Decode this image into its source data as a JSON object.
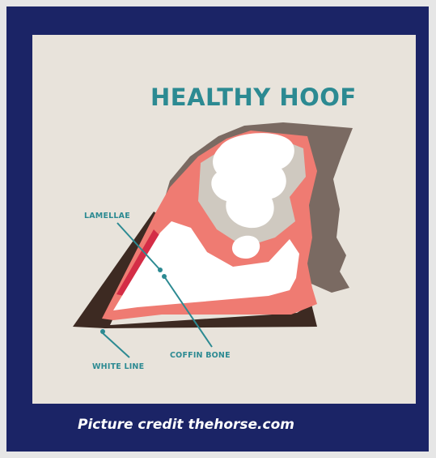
{
  "diagram": {
    "title": "HEALTHY HOOF",
    "labels": {
      "lamellae": "LAMELLAE",
      "white_line": "WHITE LINE",
      "coffin_bone": "COFFIN BONE"
    }
  },
  "caption": "Picture credit thehorse.com",
  "colors": {
    "frame": "#1b2466",
    "panel": "#e8e3db",
    "accent": "#2c8a92",
    "hoof_wall": "#3d2a22",
    "laminae": "#ef7b72",
    "lamellae_red": "#d42d46",
    "bone": "#ffffff",
    "bone_shadow": "#cfc9c0",
    "skin": "#7a6a62"
  }
}
